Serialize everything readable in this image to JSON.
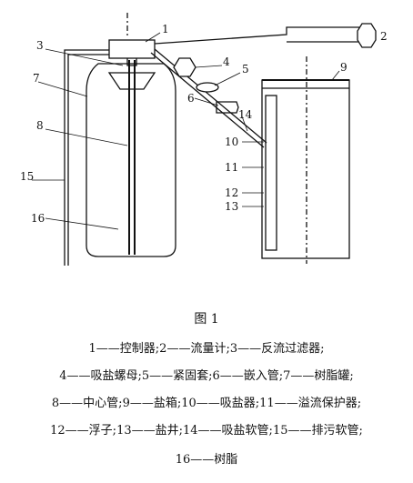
{
  "numbers": [
    "1",
    "2",
    "3",
    "4",
    "5",
    "6",
    "7",
    "8",
    "9",
    "10",
    "11",
    "12",
    "13",
    "14",
    "15",
    "16"
  ],
  "caption": "图 1",
  "legend": [
    {
      "num": "1",
      "name": "控制器"
    },
    {
      "num": "2",
      "name": "流量计"
    },
    {
      "num": "3",
      "name": "反流过滤器"
    },
    {
      "num": "4",
      "name": "吸盐螺母"
    },
    {
      "num": "5",
      "name": "紧固套"
    },
    {
      "num": "6",
      "name": "嵌入管"
    },
    {
      "num": "7",
      "name": "树脂罐"
    },
    {
      "num": "8",
      "name": "中心管"
    },
    {
      "num": "9",
      "name": "盐箱"
    },
    {
      "num": "10",
      "name": "吸盐器"
    },
    {
      "num": "11",
      "name": "溢流保护器"
    },
    {
      "num": "12",
      "name": "浮子"
    },
    {
      "num": "13",
      "name": "盐井"
    },
    {
      "num": "14",
      "name": "吸盐软管"
    },
    {
      "num": "15",
      "name": "排污软管"
    },
    {
      "num": "16",
      "name": "树脂"
    }
  ],
  "legend_rows": [
    [
      0,
      1,
      2
    ],
    [
      3,
      4,
      5,
      6
    ],
    [
      7,
      8,
      9,
      10
    ],
    [
      11,
      12,
      13,
      14
    ],
    [
      15
    ]
  ],
  "dash": "——",
  "sep": ";"
}
